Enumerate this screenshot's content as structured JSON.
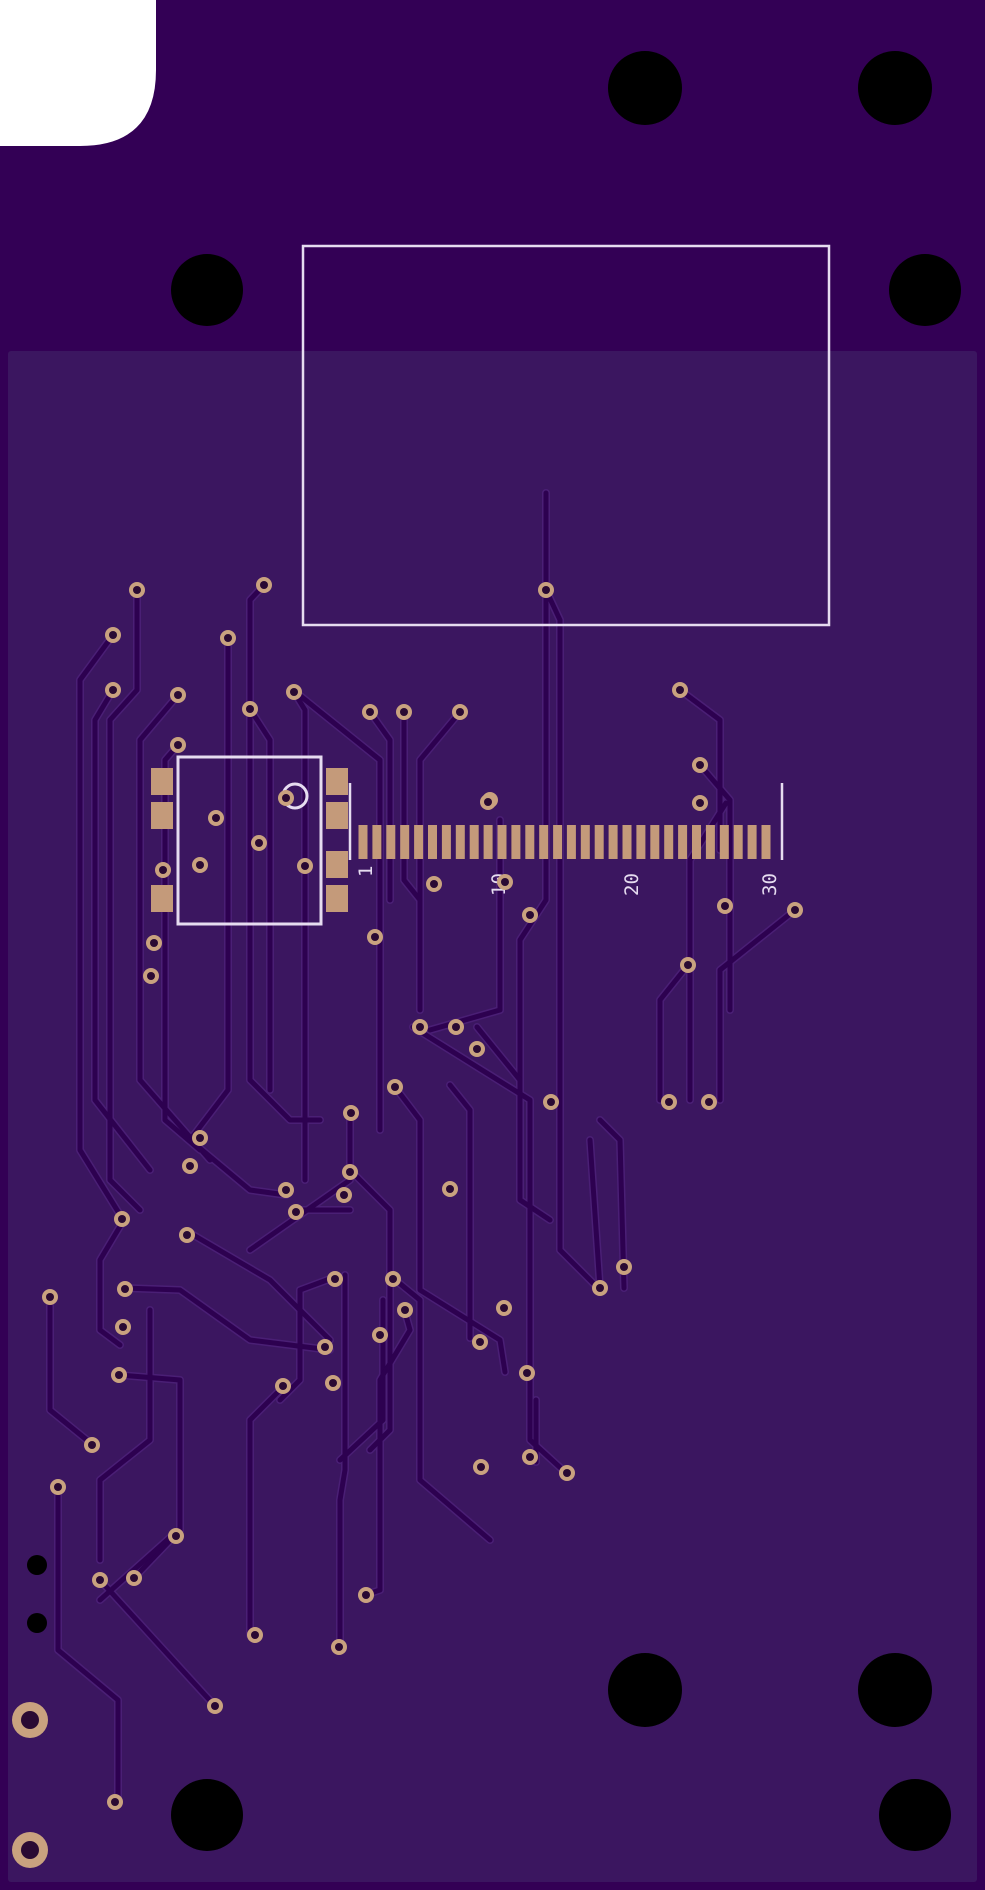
{
  "board": {
    "colors": {
      "background": "#ffffff",
      "board_dark": "#330055",
      "board_light": "#3b1660",
      "trace": "#2d0150",
      "trace_edge": "#4a1f75",
      "pad": "#c49a7a",
      "via_ring": "#c9a27f",
      "via_hole": "#2a0a33",
      "hole": "#000000",
      "silkscreen": "#e6dcf0"
    },
    "connector": {
      "pin_count": 30,
      "labels": [
        "1",
        "10",
        "20",
        "30"
      ]
    }
  }
}
